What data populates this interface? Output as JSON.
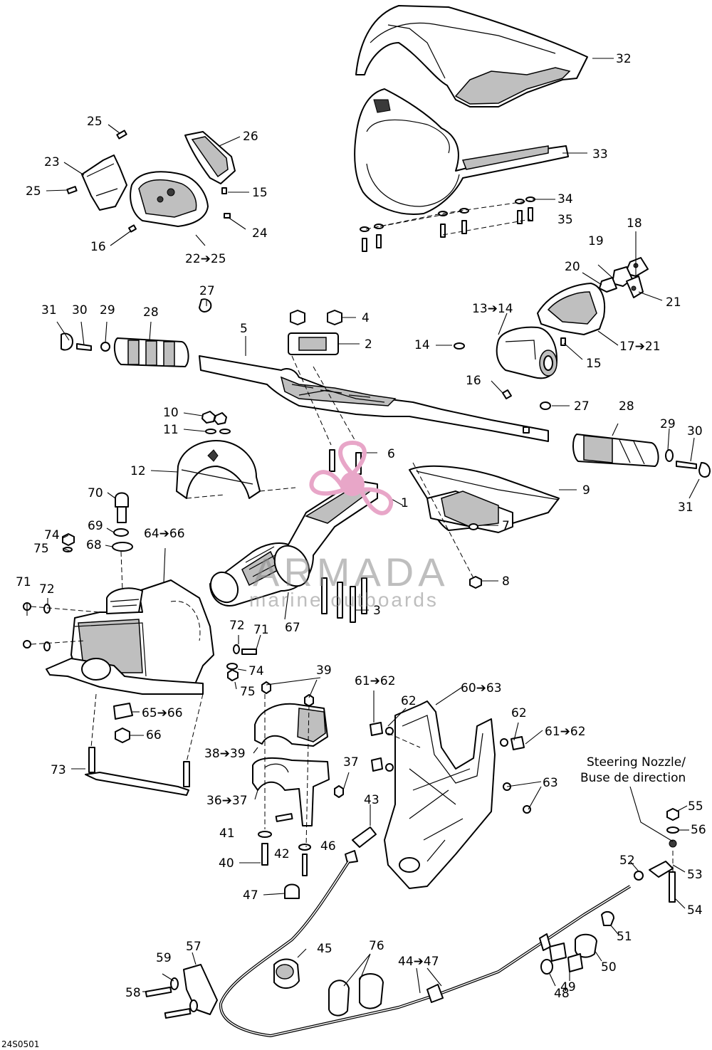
{
  "callouts": [
    {
      "id": "c32",
      "text": "32"
    },
    {
      "id": "c33",
      "text": "33"
    },
    {
      "id": "c34",
      "text": "34"
    },
    {
      "id": "c35",
      "text": "35"
    },
    {
      "id": "c25a",
      "text": "25"
    },
    {
      "id": "c26",
      "text": "26"
    },
    {
      "id": "c23",
      "text": "23"
    },
    {
      "id": "c25b",
      "text": "25"
    },
    {
      "id": "c15a",
      "text": "15"
    },
    {
      "id": "c24",
      "text": "24"
    },
    {
      "id": "c16a",
      "text": "16"
    },
    {
      "id": "c22",
      "text": "22➔25"
    },
    {
      "id": "c18",
      "text": "18"
    },
    {
      "id": "c19",
      "text": "19"
    },
    {
      "id": "c20",
      "text": "20"
    },
    {
      "id": "c21",
      "text": "21"
    },
    {
      "id": "c31a",
      "text": "31"
    },
    {
      "id": "c30a",
      "text": "30"
    },
    {
      "id": "c29a",
      "text": "29"
    },
    {
      "id": "c28a",
      "text": "28"
    },
    {
      "id": "c27a",
      "text": "27"
    },
    {
      "id": "c5",
      "text": "5"
    },
    {
      "id": "c4",
      "text": "4"
    },
    {
      "id": "c2",
      "text": "2"
    },
    {
      "id": "c13",
      "text": "13➔14"
    },
    {
      "id": "c14",
      "text": "14"
    },
    {
      "id": "c17",
      "text": "17➔21"
    },
    {
      "id": "c15b",
      "text": "15"
    },
    {
      "id": "c16b",
      "text": "16"
    },
    {
      "id": "c27b",
      "text": "27"
    },
    {
      "id": "c28b",
      "text": "28"
    },
    {
      "id": "c29b",
      "text": "29"
    },
    {
      "id": "c30b",
      "text": "30"
    },
    {
      "id": "c31b",
      "text": "31"
    },
    {
      "id": "c10",
      "text": "10"
    },
    {
      "id": "c11",
      "text": "11"
    },
    {
      "id": "c12",
      "text": "12"
    },
    {
      "id": "c6",
      "text": "6"
    },
    {
      "id": "c70",
      "text": "70"
    },
    {
      "id": "c1",
      "text": "1"
    },
    {
      "id": "c9",
      "text": "9"
    },
    {
      "id": "c74a",
      "text": "74"
    },
    {
      "id": "c69",
      "text": "69"
    },
    {
      "id": "c75a",
      "text": "75"
    },
    {
      "id": "c68",
      "text": "68"
    },
    {
      "id": "c64",
      "text": "64➔66"
    },
    {
      "id": "c7",
      "text": "7"
    },
    {
      "id": "c8",
      "text": "8"
    },
    {
      "id": "c71a",
      "text": "71"
    },
    {
      "id": "c72a",
      "text": "72"
    },
    {
      "id": "c3",
      "text": "3"
    },
    {
      "id": "c67",
      "text": "67"
    },
    {
      "id": "c72b",
      "text": "72"
    },
    {
      "id": "c71b",
      "text": "71"
    },
    {
      "id": "c74b",
      "text": "74"
    },
    {
      "id": "c75b",
      "text": "75"
    },
    {
      "id": "c39",
      "text": "39"
    },
    {
      "id": "c61a",
      "text": "61➔62"
    },
    {
      "id": "c60",
      "text": "60➔63"
    },
    {
      "id": "c62a",
      "text": "62"
    },
    {
      "id": "c65",
      "text": "65➔66"
    },
    {
      "id": "c66",
      "text": "66"
    },
    {
      "id": "c62b",
      "text": "62"
    },
    {
      "id": "c61b",
      "text": "61➔62"
    },
    {
      "id": "c38",
      "text": "38➔39"
    },
    {
      "id": "c73",
      "text": "73"
    },
    {
      "id": "c37",
      "text": "37"
    },
    {
      "id": "c63",
      "text": "63"
    },
    {
      "id": "c36",
      "text": "36➔37"
    },
    {
      "id": "c43",
      "text": "43"
    },
    {
      "id": "c55",
      "text": "55"
    },
    {
      "id": "c56",
      "text": "56"
    },
    {
      "id": "c41",
      "text": "41"
    },
    {
      "id": "c42",
      "text": "42"
    },
    {
      "id": "c46",
      "text": "46"
    },
    {
      "id": "c53",
      "text": "53"
    },
    {
      "id": "c52",
      "text": "52"
    },
    {
      "id": "c40",
      "text": "40"
    },
    {
      "id": "c54",
      "text": "54"
    },
    {
      "id": "c47",
      "text": "47"
    },
    {
      "id": "c51",
      "text": "51"
    },
    {
      "id": "c57",
      "text": "57"
    },
    {
      "id": "c45",
      "text": "45"
    },
    {
      "id": "c76",
      "text": "76"
    },
    {
      "id": "c50",
      "text": "50"
    },
    {
      "id": "c59",
      "text": "59"
    },
    {
      "id": "c44",
      "text": "44➔47"
    },
    {
      "id": "c58",
      "text": "58"
    },
    {
      "id": "c49",
      "text": "49"
    },
    {
      "id": "c48",
      "text": "48"
    }
  ],
  "nozzle_label": {
    "line1": "Steering Nozzle/",
    "line2": "Buse de direction"
  },
  "watermark": {
    "brand": "ARMADA",
    "tagline": "marine outboards"
  },
  "drawing_code": "24S0501",
  "colors": {
    "watermark_pink": "#e8a6c8",
    "watermark_gray": "#888888",
    "line": "#000000"
  }
}
